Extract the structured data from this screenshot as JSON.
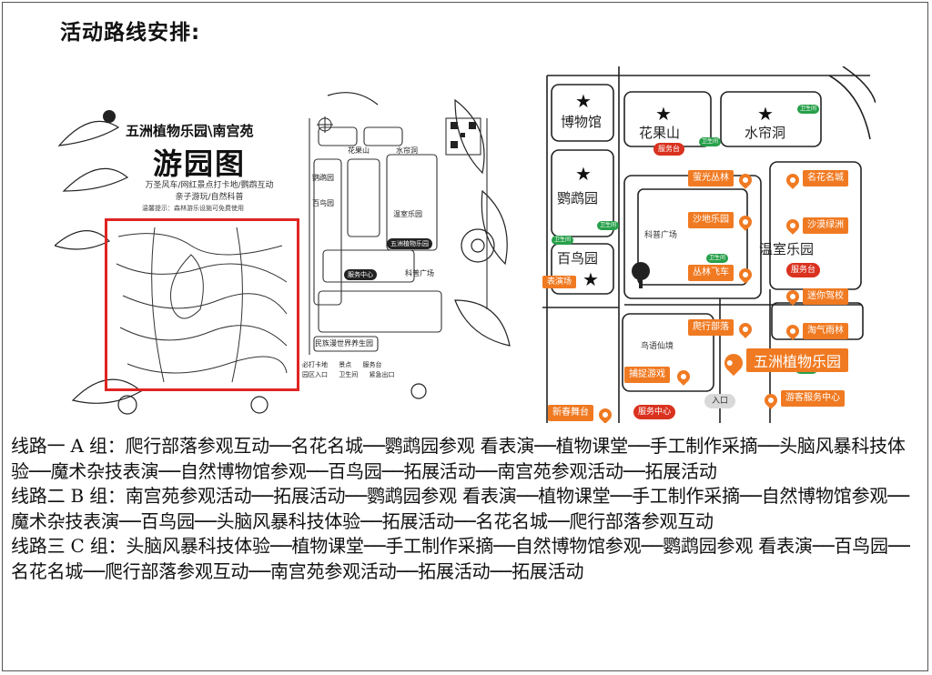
{
  "heading": "活动路线安排:",
  "left_map": {
    "title": "五洲植物乐园\\南宫苑",
    "big_title": "游园图",
    "subtitle_1": "万圣风车/网红景点打卡地/鹦鹉互动",
    "subtitle_2": "亲子游玩/自然科普",
    "tiny_note": "温馨提示：森林游乐设施可免费使用",
    "park_label": "五洲植物乐园",
    "building_label": "民族漫世界养生园",
    "place_labels": [
      "花果山",
      "水帘洞",
      "鹦鹉园",
      "百鸟园",
      "温室乐园",
      "科普广场",
      "服务中心"
    ],
    "legend": [
      "必打卡地",
      "景点",
      "服务台",
      "园区入口",
      "卫生间",
      "紧急出口"
    ]
  },
  "right_map": {
    "places": {
      "museum": "博物馆",
      "flower_mountain": "花果山",
      "water_cave": "水帘洞",
      "parrot_garden": "鹦鹉园",
      "hundred_birds": "百鸟园",
      "science_square": "科普广场",
      "greenhouse": "温室乐园",
      "bird_forest": "鸟语仙境",
      "performance": "表演场"
    },
    "tags": {
      "firefly": "萤光丛林",
      "famous_flowers": "名花名城",
      "sand_fun": "沙地乐园",
      "sand_pool": "沙漠绿洲",
      "jungle_car": "丛林飞车",
      "mini_drive": "迷你驾校",
      "naughty_rain": "淘气雨林",
      "climb": "爬行部落",
      "capture": "捕捉游戏",
      "new_stage": "新春舞台",
      "visitor_center": "游客服务中心"
    },
    "service_desk": "服务台",
    "service_center": "服务中心",
    "restroom": "卫生间",
    "park_name": "五洲植物乐园",
    "entrance": "入口"
  },
  "routes": [
    "线路一 A 组：爬行部落参观互动──名花名城──鹦鹉园参观 看表演──植物课堂──手工制作采摘──头脑风暴科技体验──魔术杂技表演──自然博物馆参观──百鸟园──拓展活动──南宫苑参观活动──拓展活动",
    "线路二 B 组：南宫苑参观活动──拓展活动──鹦鹉园参观 看表演──植物课堂──手工制作采摘──自然博物馆参观──魔术杂技表演──百鸟园──头脑风暴科技体验──拓展活动──名花名城──爬行部落参观互动",
    "线路三 C 组：头脑风暴科技体验──植物课堂──手工制作采摘──自然博物馆参观──鹦鹉园参观 看表演──百鸟园──名花名城──爬行部落参观互动──南宫苑参观活动──拓展活动──拓展活动"
  ],
  "colors": {
    "accent_orange": "#f07a22",
    "highlight_red": "#e02424",
    "restroom_green": "#27a04a"
  }
}
